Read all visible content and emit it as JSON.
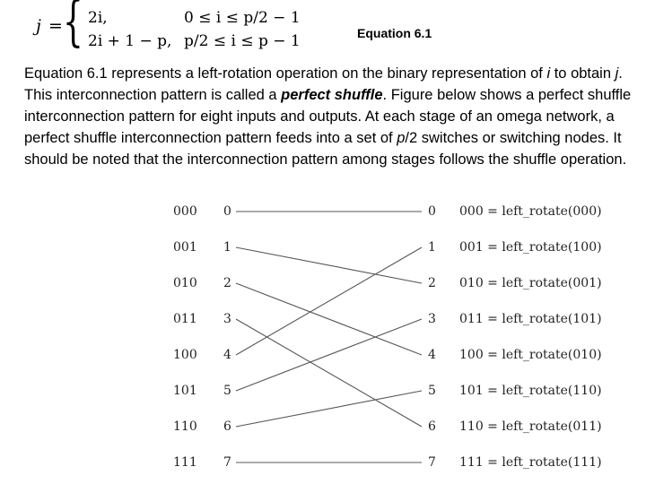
{
  "equation": {
    "lhs": "j",
    "case1_expr": "2i,",
    "case1_cond": "0 ≤ i ≤ p/2 − 1",
    "case2_expr": "2i + 1 − p,",
    "case2_cond": "p/2 ≤ i ≤ p − 1",
    "caption": "Equation 6.1"
  },
  "paragraph": {
    "t1": "Equation 6.1 represents a left-rotation operation on the binary representation of ",
    "i": "i",
    "t2": " to obtain ",
    "j": "j",
    "t3": ". This interconnection pattern is called a ",
    "term": "perfect shuffle",
    "t4": ". Figure below shows a perfect shuffle interconnection pattern for eight inputs and outputs. At each stage of an omega network, a perfect shuffle interconnection pattern feeds into a set of ",
    "p2": "p",
    "t5": "/2 switches or switching nodes. It should be noted that the interconnection pattern among stages follows the shuffle operation."
  },
  "shuffle": {
    "inputs": [
      {
        "binary": "000",
        "index": "0"
      },
      {
        "binary": "001",
        "index": "1"
      },
      {
        "binary": "010",
        "index": "2"
      },
      {
        "binary": "011",
        "index": "3"
      },
      {
        "binary": "100",
        "index": "4"
      },
      {
        "binary": "101",
        "index": "5"
      },
      {
        "binary": "110",
        "index": "6"
      },
      {
        "binary": "111",
        "index": "7"
      }
    ],
    "outputs": [
      {
        "index": "0",
        "label": "000 = left_rotate(000)"
      },
      {
        "index": "1",
        "label": "001 = left_rotate(100)"
      },
      {
        "index": "2",
        "label": "010 = left_rotate(001)"
      },
      {
        "index": "3",
        "label": "011 = left_rotate(101)"
      },
      {
        "index": "4",
        "label": "100 = left_rotate(010)"
      },
      {
        "index": "5",
        "label": "101 = left_rotate(110)"
      },
      {
        "index": "6",
        "label": "110 = left_rotate(011)"
      },
      {
        "index": "7",
        "label": "111 = left_rotate(111)"
      }
    ],
    "connections": [
      0,
      2,
      4,
      6,
      1,
      3,
      5,
      7
    ]
  }
}
